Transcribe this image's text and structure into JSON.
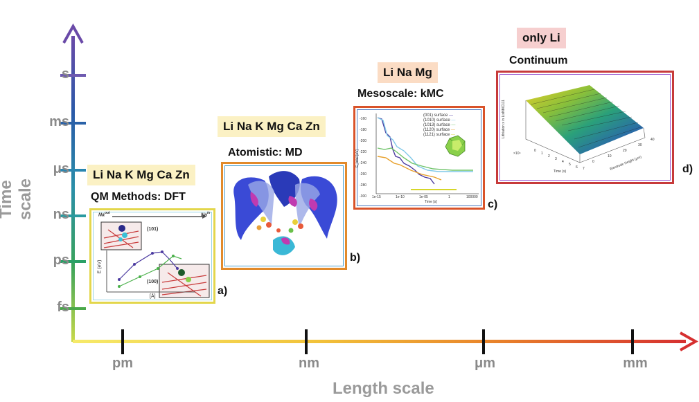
{
  "axes": {
    "y_title": "Time scale",
    "x_title": "Length scale",
    "y_ticks": [
      "s",
      "ms",
      "μs",
      "ns",
      "ps",
      "fs"
    ],
    "x_ticks": [
      "pm",
      "nm",
      "μm",
      "mm"
    ]
  },
  "panels": [
    {
      "id": "a",
      "letter": "a)",
      "elements": "Li Na K Mg Ca Zn",
      "method": "QM Methods: DFT",
      "tag_color": "#fbf1c4",
      "frame_color": "#e3d64b"
    },
    {
      "id": "b",
      "letter": "b)",
      "elements": "Li Na K Mg Ca Zn",
      "method": "Atomistic: MD",
      "tag_color": "#fbf1c4",
      "frame_color": "#e28a2b"
    },
    {
      "id": "c",
      "letter": "c)",
      "elements": "Li Na Mg",
      "method": "Mesoscale: kMC",
      "tag_color": "#fbdcc4",
      "frame_color": "#d9532a"
    },
    {
      "id": "d",
      "letter": "d)",
      "elements": "only Li",
      "method": "Continuum",
      "tag_color": "#f6cfcf",
      "frame_color": "#c73a3a"
    }
  ],
  "dft_plot": {
    "top_left_label": "Na",
    "top_left_sup": "out",
    "top_right_label": "Na",
    "top_right_sup": "in",
    "facet_101": "(101)",
    "facet_100": "(100)",
    "ylabel": "E (eV)",
    "xlabel": "[Å]"
  },
  "kmc_plot": {
    "legend": [
      "(001) surface",
      "(1010) surface",
      "(1013) surface",
      "(1120) surface",
      "(1121) surface"
    ],
    "legend_colors": [
      "#4b3aa0",
      "#7fc8e8",
      "#6fc36a",
      "#e8a02a",
      "#d6d62a"
    ],
    "ylabel": "E_total [eV]",
    "xlabel": "Time [s]",
    "y_ticks": [
      "-160",
      "-180",
      "-200",
      "-220",
      "-240",
      "-260",
      "-280",
      "-300"
    ],
    "x_ticks": [
      "1e-15",
      "1e-10",
      "1e-05",
      "1",
      "100000"
    ]
  },
  "continuum_plot": {
    "zlabel": "Lithiation x in LixNMC111",
    "xlabel": "Time (s)",
    "ylabel": "Electrode Height (μm)",
    "x_ticks": [
      "0",
      "1",
      "2",
      "3",
      "4",
      "5",
      "6",
      "7"
    ],
    "x_scale": "×10⁴",
    "y_ticks": [
      "0",
      "10",
      "20",
      "30",
      "40"
    ]
  }
}
